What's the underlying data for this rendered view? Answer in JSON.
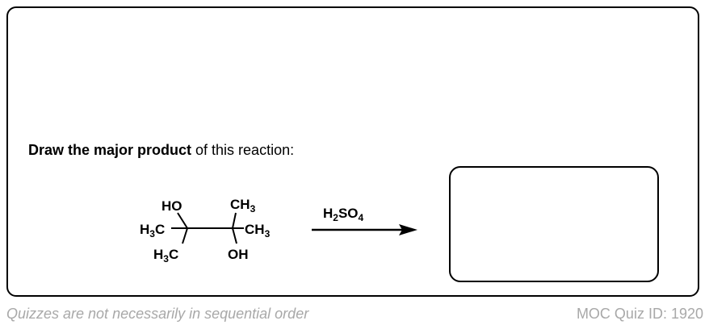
{
  "question": {
    "bold_part": "Draw the major product",
    "rest_part": " of this reaction:"
  },
  "reactant": {
    "upper_left": "HO",
    "left_methyl": "H3C",
    "lower_left": "H3C",
    "upper_right": "CH3",
    "right_methyl": "CH3",
    "lower_right": "OH"
  },
  "reagent": {
    "label": "H2SO4"
  },
  "answer_box": {
    "content": ""
  },
  "footer": {
    "note": "Quizzes are not necessarily in sequential order",
    "quiz_id": "MOC Quiz ID: 1920"
  }
}
